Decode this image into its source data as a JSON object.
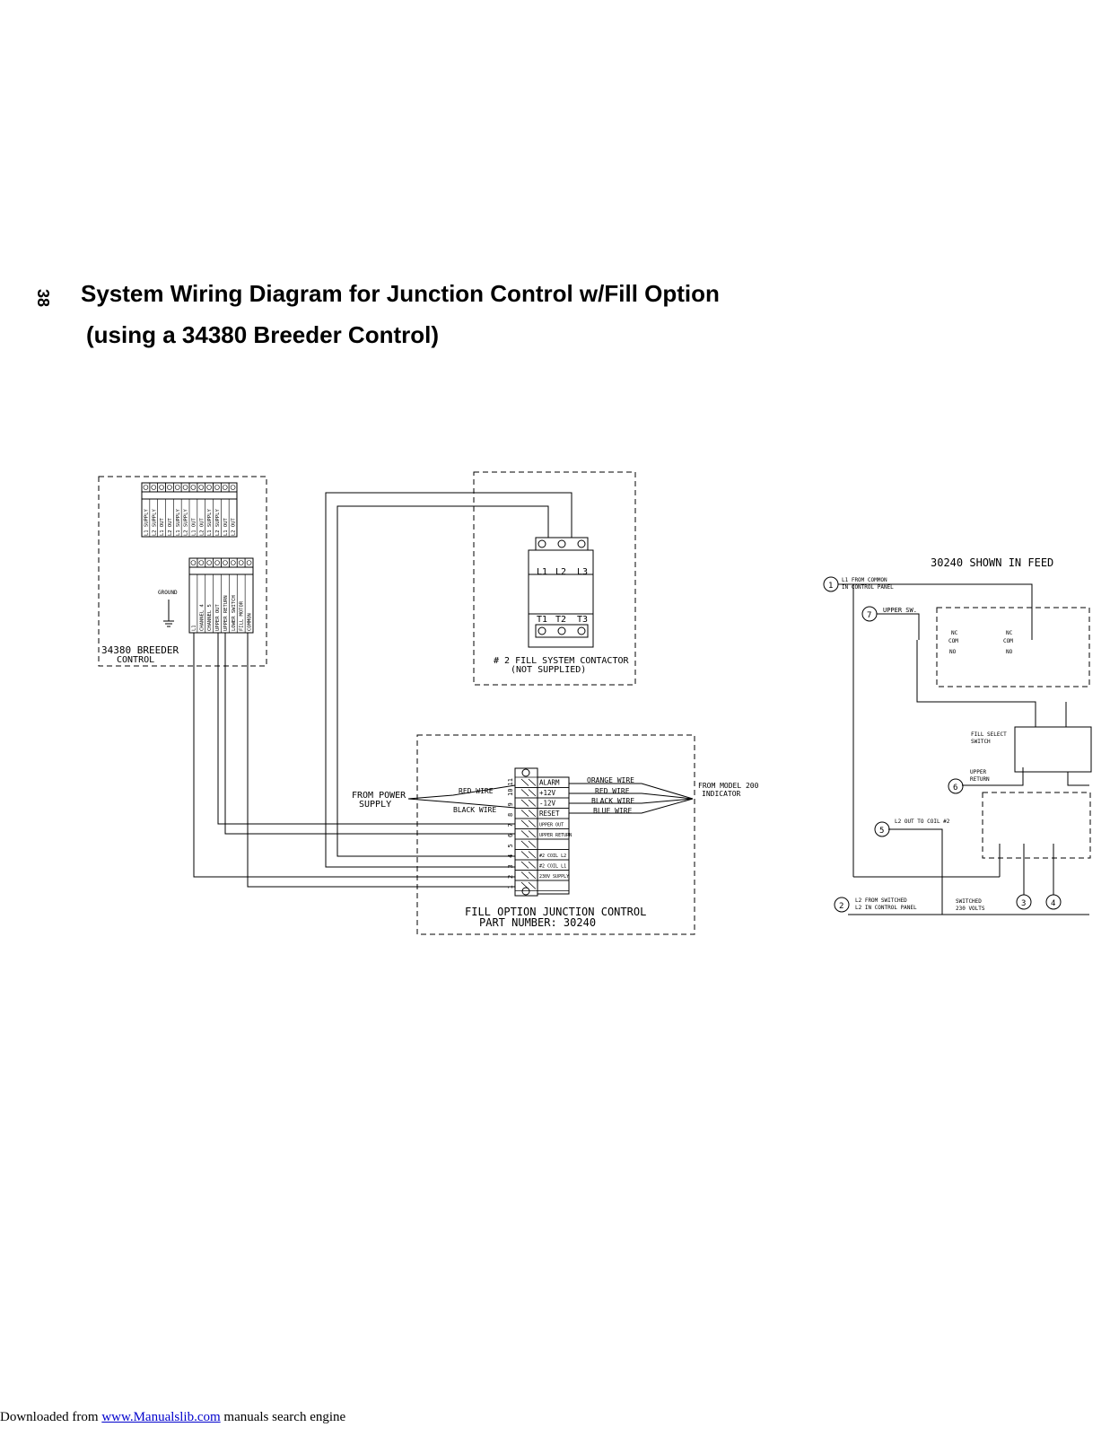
{
  "page": {
    "number": "38",
    "title": "System Wiring Diagram for Junction Control w/Fill Option",
    "subtitle": "(using a 34380 Breeder Control)"
  },
  "breeder": {
    "label_line1": "34380 BREEDER",
    "label_line2": "CONTROL",
    "ground_label": "GROUND",
    "top_terminals": [
      "L1 SUPPLY",
      "L2 SUPPLY",
      "L1 OUT",
      "L2 OUT",
      "L1 SUPPLY",
      "L2 SUPPLY",
      "L1 OUT",
      "L2 OUT",
      "L1 SUPPLY",
      "L2 SUPPLY",
      "L1 OUT",
      "L2 OUT"
    ],
    "bottom_terminals": [
      "L1",
      "CHANNEL 4",
      "CHANNEL 5",
      "UPPER OUT",
      "UPPER RETURN",
      "LOWER SWITCH",
      "FILL MOTOR",
      "COMMON"
    ]
  },
  "contactor": {
    "top_terminals": [
      "L1",
      "L2",
      "L3"
    ],
    "bottom_terminals": [
      "T1",
      "T2",
      "T3"
    ],
    "label_line1": "# 2 FILL SYSTEM CONTACTOR",
    "label_line2": "(NOT SUPPLIED)"
  },
  "junction": {
    "label_line1": "FILL OPTION JUNCTION CONTROL",
    "label_line2": "PART NUMBER: 30240",
    "terminal_numbers": [
      "11",
      "10",
      "9",
      "8",
      "7",
      "6",
      "5",
      "4",
      "3",
      "2",
      "1"
    ],
    "terminal_labels": [
      "ALARM",
      "+12V",
      "-12V",
      "RESET",
      "UPPER OUT",
      "UPPER RETURN",
      "",
      "#2 COIL L2",
      "#2 COIL L1",
      "230V SUPPLY",
      ""
    ],
    "from_power_line1": "FROM POWER",
    "from_power_line2": "SUPPLY",
    "red_wire": "RED WIRE",
    "black_wire": "BLACK WIRE",
    "right_wires": [
      "ORANGE WIRE",
      "RED WIRE",
      "BLACK WIRE",
      "BLUE WIRE"
    ],
    "from_model_line1": "FROM MODEL 200",
    "from_model_line2": "INDICATOR"
  },
  "right_panel": {
    "header": "30240 SHOWN IN FEED",
    "labels": {
      "l1_common_line1": "L1 FROM COMMON",
      "l1_common_line2": "IN CONTROL PANEL",
      "upper_sw": "UPPER SW.",
      "nc": "NC",
      "com": "COM",
      "no": "NO",
      "fill_select_line1": "FILL SELECT",
      "fill_select_line2": "SWITCH",
      "upper_return_line1": "UPPER",
      "upper_return_line2": "RETURN",
      "l2_out_coil": "L2 OUT TO COIL #2",
      "l2_switched_line1": "L2 FROM SWITCHED",
      "l2_switched_line2": "L2 IN CONTROL PANEL",
      "switched_230_line1": "SWITCHED",
      "switched_230_line2": "230 VOLTS"
    },
    "circle_numbers": [
      "1",
      "7",
      "6",
      "5",
      "2",
      "3",
      "4"
    ]
  },
  "footer": {
    "prefix": "Downloaded from ",
    "link": "www.Manualslib.com",
    "suffix": " manuals search engine"
  }
}
